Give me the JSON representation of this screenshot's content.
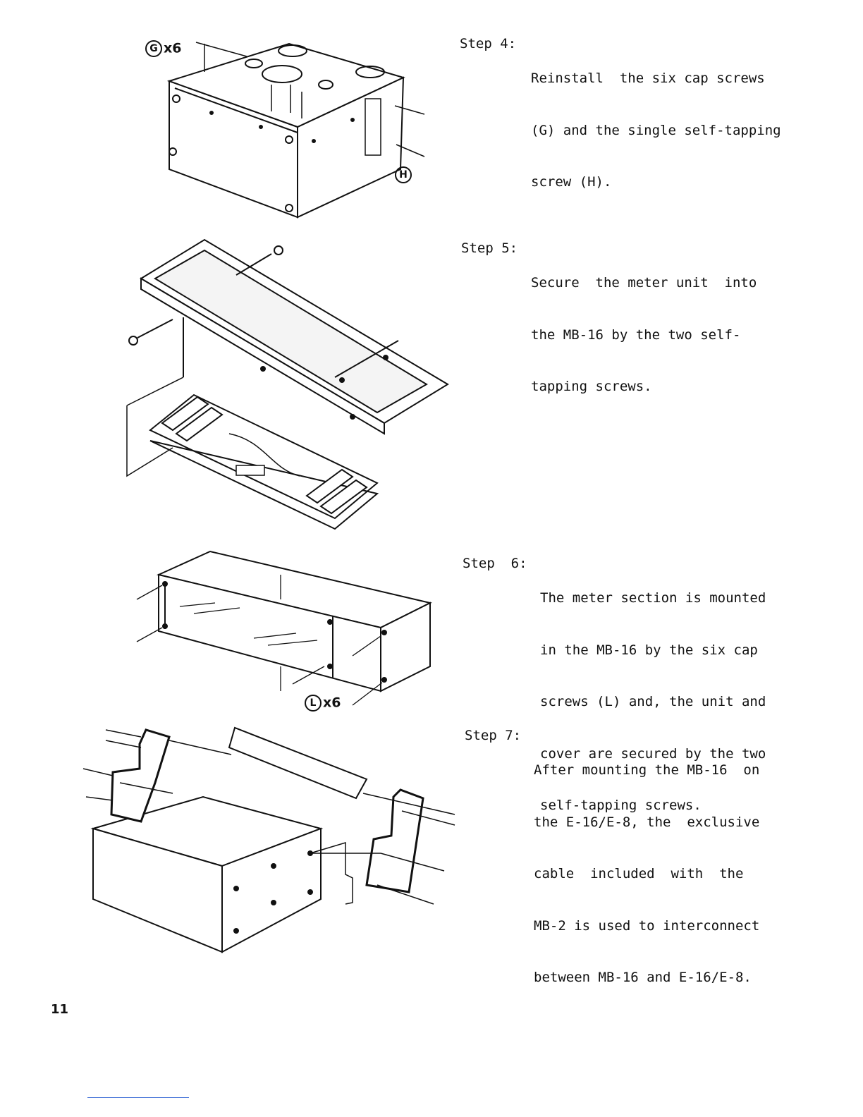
{
  "steps": [
    {
      "label": "Step 4:",
      "lines": [
        "Reinstall  the six cap screws",
        "(G) and the single self-tapping",
        "screw (H)."
      ]
    },
    {
      "label": "Step 5:",
      "lines": [
        "Secure  the meter unit  into",
        "the MB-16 by the two self-",
        "tapping screws."
      ]
    },
    {
      "label": "Step  6:",
      "lines": [
        "The meter section is mounted",
        "in the MB-16 by the six cap",
        "screws (L) and, the unit and",
        "cover are secured by the two",
        "self-tapping screws."
      ]
    },
    {
      "label": "Step 7:",
      "lines": [
        "After mounting the MB-16  on",
        "the E-16/E-8, the  exclusive",
        "cable  included  with  the",
        "MB-2 is used to interconnect",
        "between MB-16 and E-16/E-8."
      ]
    }
  ],
  "callouts": {
    "g": {
      "letter": "G",
      "qty": "x6"
    },
    "h": {
      "letter": "H"
    },
    "l": {
      "letter": "L",
      "qty": "x6"
    }
  },
  "page_number": "11",
  "colors": {
    "ink": "#111111",
    "link": "#3b6bd6"
  }
}
